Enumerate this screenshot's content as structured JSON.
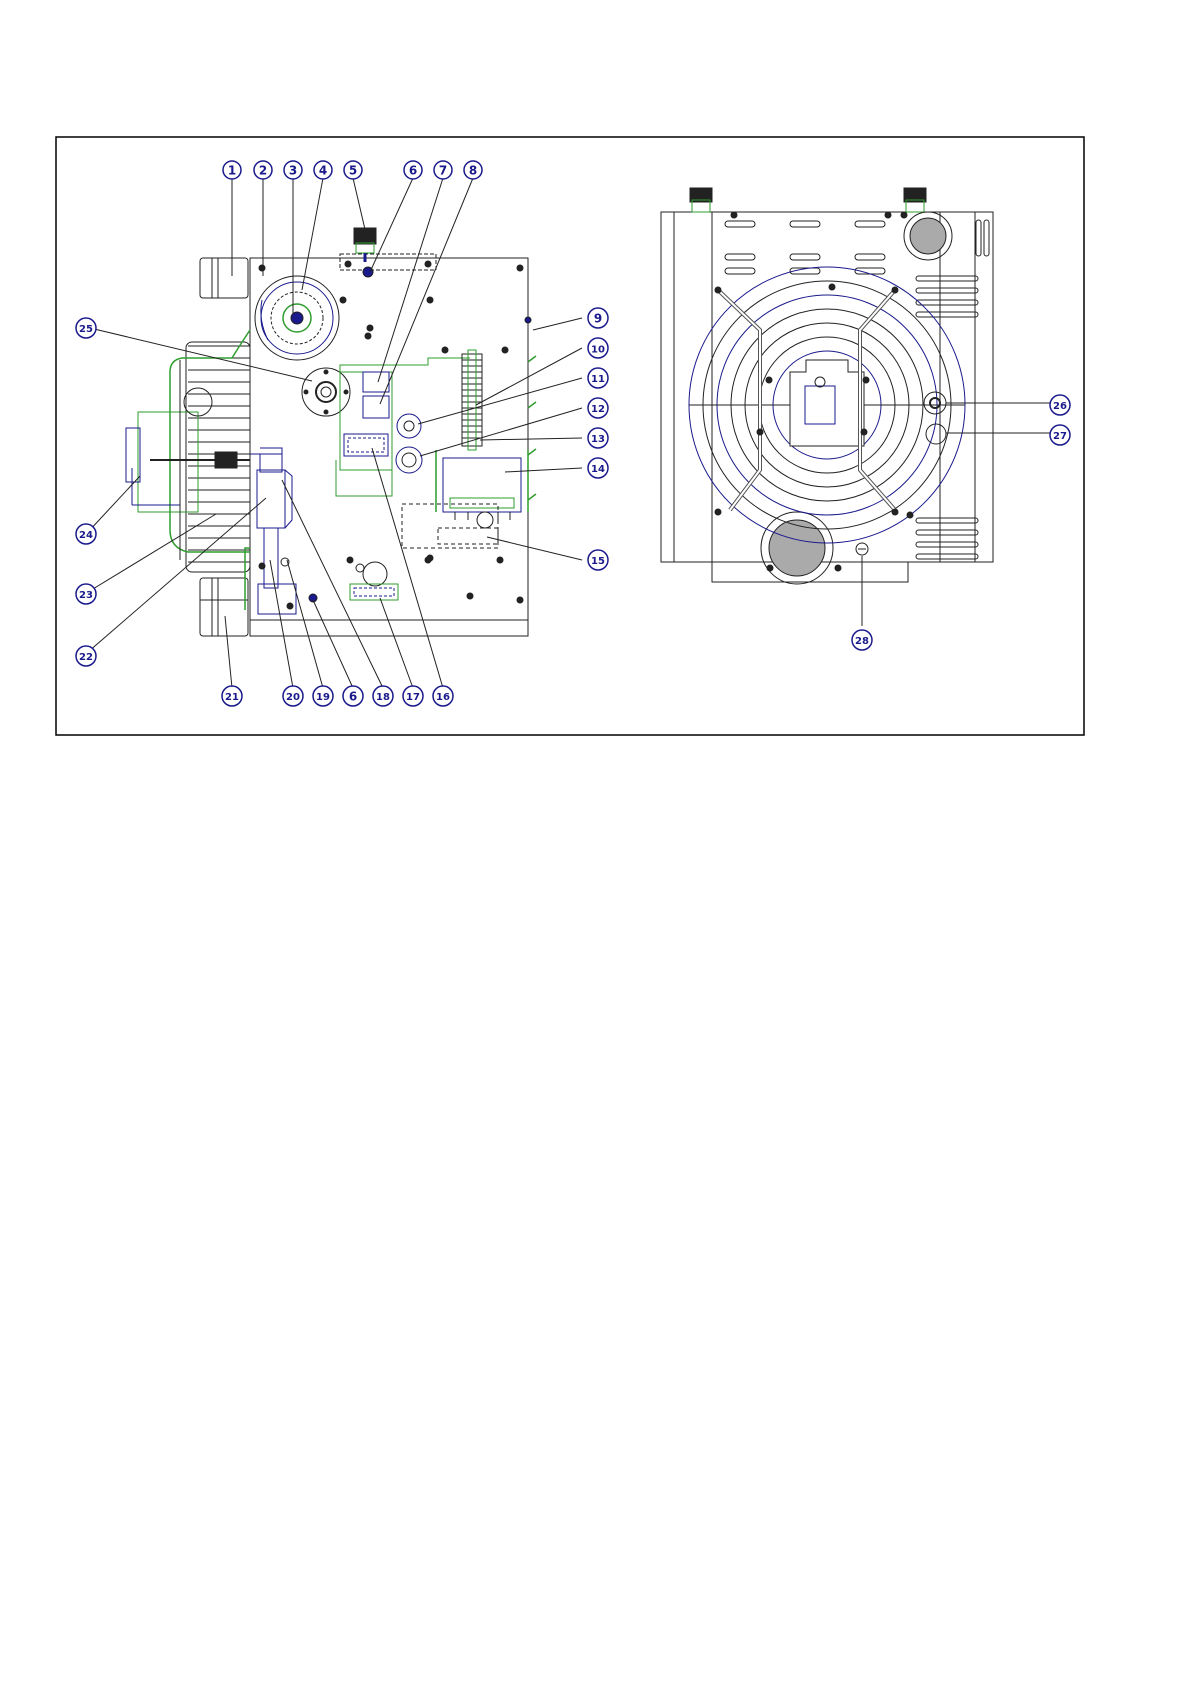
{
  "colors": {
    "line": "#222222",
    "blue": "#1a1a8c",
    "green": "#2e9d2e",
    "frame": "#000000",
    "panel": "#ffffff"
  },
  "callouts": [
    "1",
    "2",
    "3",
    "4",
    "5",
    "6",
    "7",
    "8",
    "9",
    "10",
    "11",
    "12",
    "13",
    "14",
    "15",
    "16",
    "17",
    "18",
    "19",
    "20",
    "21",
    "22",
    "23",
    "24",
    "25",
    "26",
    "27",
    "28"
  ]
}
